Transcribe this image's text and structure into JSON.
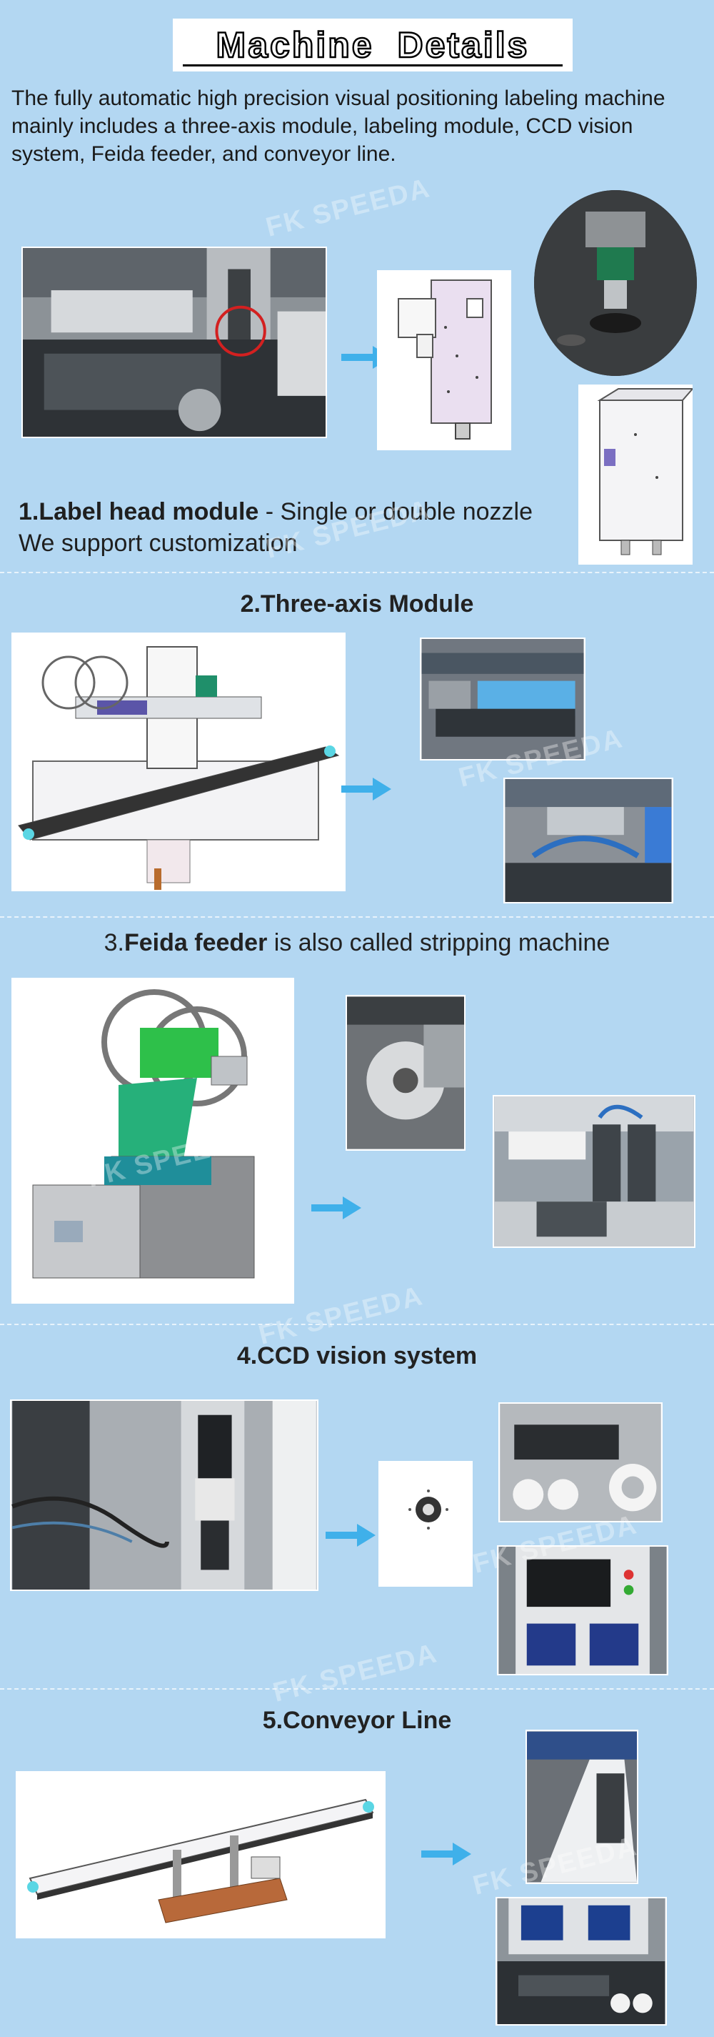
{
  "header": {
    "title": "Machine Details"
  },
  "intro": "The fully automatic high precision visual positioning labeling machine mainly includes  a three-axis module, labeling module, CCD vision system, Feida feeder, and conveyor line.",
  "watermark": "FK SPEEDA",
  "sections": {
    "label_head": {
      "title_bold": "1.Label head module",
      "title_rest": " - Single or double nozzle",
      "subtitle": "We support customization"
    },
    "three_axis": {
      "title": "2.Three-axis Module"
    },
    "feeder": {
      "title_prefix": "3.",
      "title_bold": "Feida feeder",
      "title_rest": " is also called stripping machine"
    },
    "ccd": {
      "title": "4.CCD vision system"
    },
    "conveyor": {
      "title": "5.Conveyor Line"
    }
  },
  "icons": [
    "right-arrow-icon"
  ],
  "colors": {
    "background": "#b3d7f2",
    "arrow": "#3fb0ea",
    "divider": "#e8f3fb"
  }
}
